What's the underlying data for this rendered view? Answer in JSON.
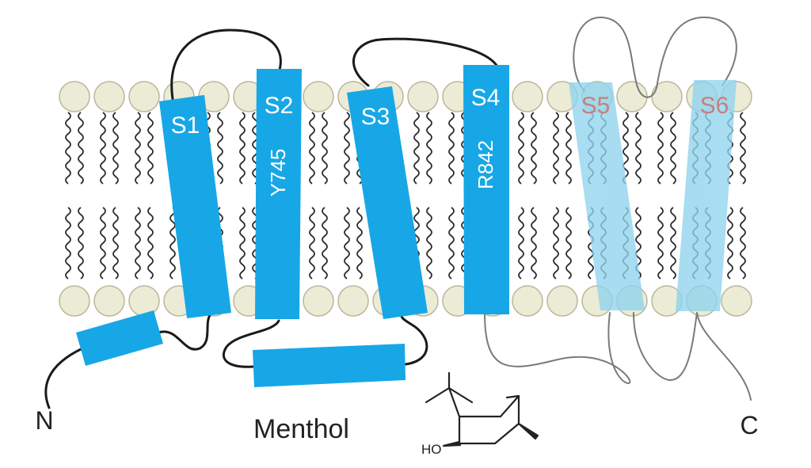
{
  "colors": {
    "helix": "#17a7e6",
    "helix_faded": "#8fd3ee",
    "helix_label": "#ffffff",
    "faded_label": "#c77f7f",
    "head_fill": "#ecebd5",
    "head_stroke": "#b8b89c",
    "tail": "#2b2b2b",
    "loop_dark": "#1a1a1a",
    "loop_gray": "#7a7a7a",
    "text": "#222222"
  },
  "segments": {
    "s1": "S1",
    "s2": "S2",
    "s3": "S3",
    "s4": "S4",
    "s5": "S5",
    "s6": "S6"
  },
  "residues": {
    "s2": "Y745",
    "s4": "R842"
  },
  "termini": {
    "n": "N",
    "c": "C"
  },
  "ligand": {
    "name": "Menthol",
    "hydroxyl": "HO"
  }
}
